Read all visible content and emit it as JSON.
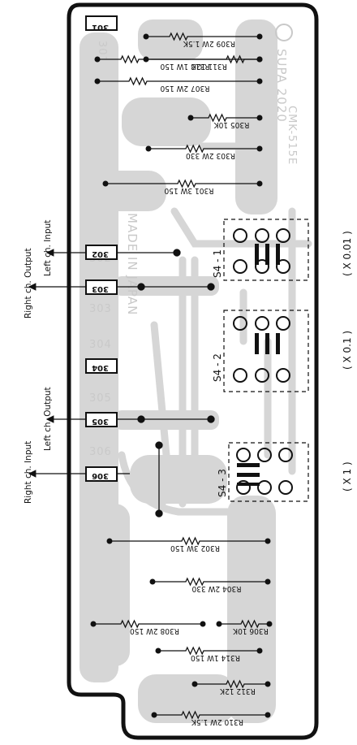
{
  "board": {
    "model": "CMK-515E",
    "brand": "SUPA 2020",
    "origin": "MADE IN JAPAN",
    "terminals": [
      "301",
      "302",
      "303",
      "304",
      "305",
      "306"
    ]
  },
  "resistors": [
    {
      "ref": "R309",
      "value": "2W 1.5K"
    },
    {
      "ref": "R313",
      "value": "1W 150"
    },
    {
      "ref": "R311",
      "value": "12K"
    },
    {
      "ref": "R307",
      "value": "2W 150"
    },
    {
      "ref": "R305",
      "value": "10K"
    },
    {
      "ref": "R303",
      "value": "2W 330"
    },
    {
      "ref": "R301",
      "value": "3W 150"
    },
    {
      "ref": "R302",
      "value": "3W 150"
    },
    {
      "ref": "R304",
      "value": "2W 330"
    },
    {
      "ref": "R306",
      "value": "10K"
    },
    {
      "ref": "R308",
      "value": "2W 150"
    },
    {
      "ref": "R314",
      "value": "1W 150"
    },
    {
      "ref": "R312",
      "value": "12K"
    },
    {
      "ref": "R310",
      "value": "2W 1.5K"
    }
  ],
  "switches": [
    {
      "ref": "S4 - 1",
      "multiplier": "( X 0.01 )"
    },
    {
      "ref": "S4 - 2",
      "multiplier": "( X 0.1 )"
    },
    {
      "ref": "S4 - 3",
      "multiplier": "( X 1 )"
    }
  ],
  "connections": [
    {
      "label": "Left ch. Input",
      "terminal": "302"
    },
    {
      "label": "Right ch. Output",
      "terminal": "303"
    },
    {
      "label": "Left ch. Output",
      "terminal": "305"
    },
    {
      "label": "Right ch. Input",
      "terminal": "306"
    }
  ],
  "colors": {
    "copper": "#d6d6d6",
    "board": "#ffffff",
    "ink": "#111111"
  }
}
